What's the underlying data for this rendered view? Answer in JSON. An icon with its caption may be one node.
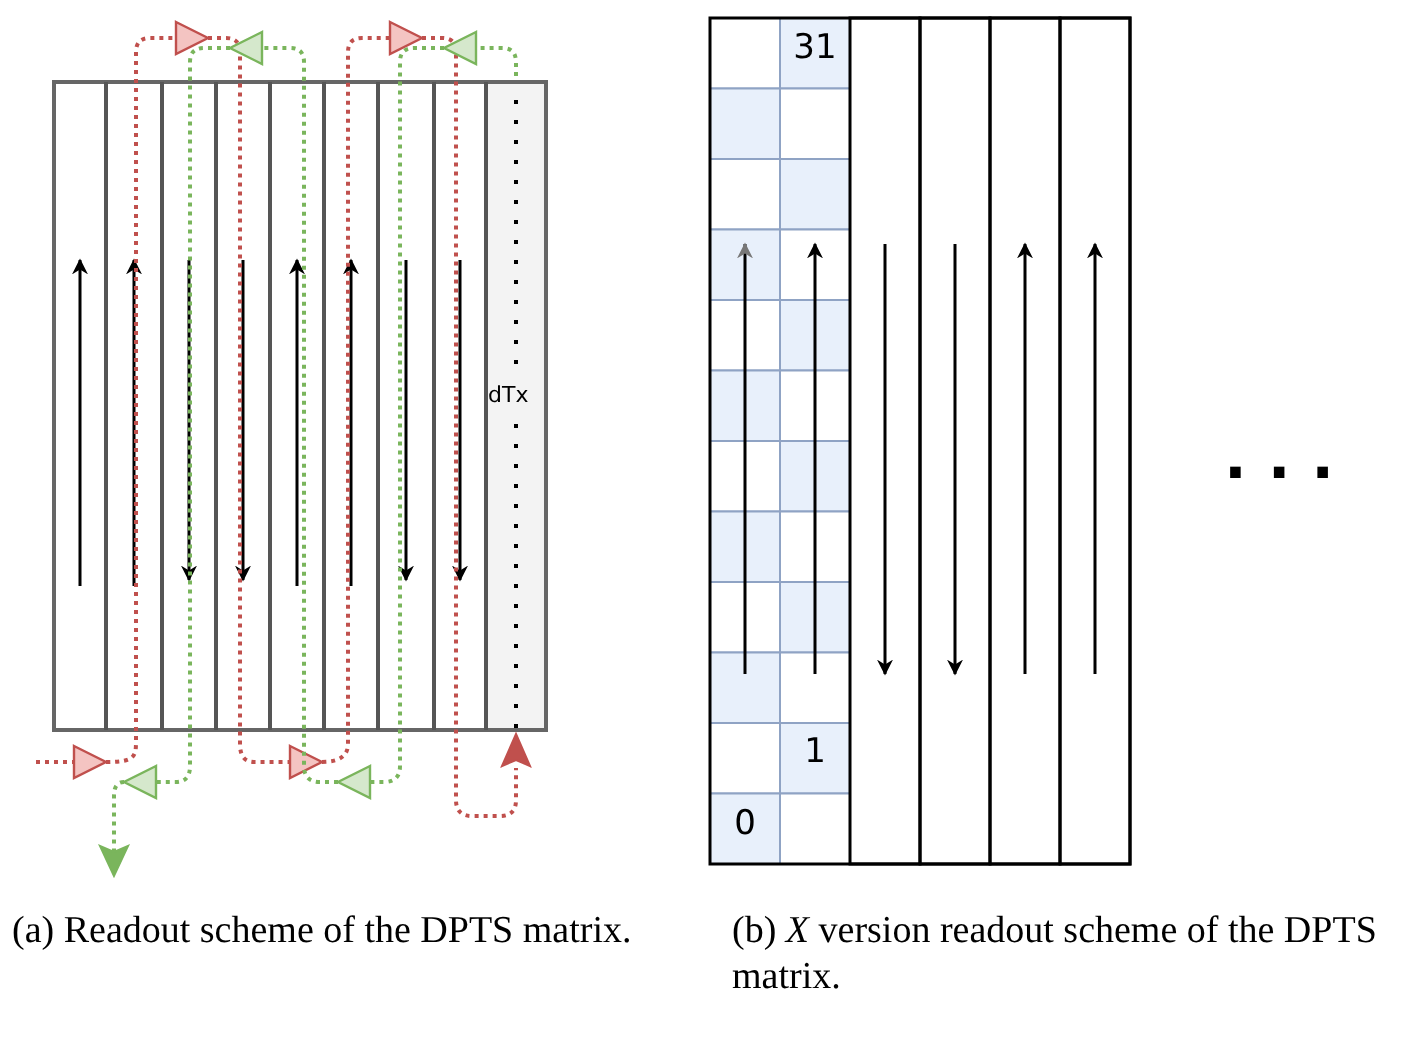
{
  "diagram": {
    "labels": [
      "dTx",
      "31",
      "1",
      "0",
      ". . .",
      "(a) Readout scheme of the DPTS matrix.",
      "(b) *X* version readout scheme of the DPTS matrix."
    ]
  }
}
